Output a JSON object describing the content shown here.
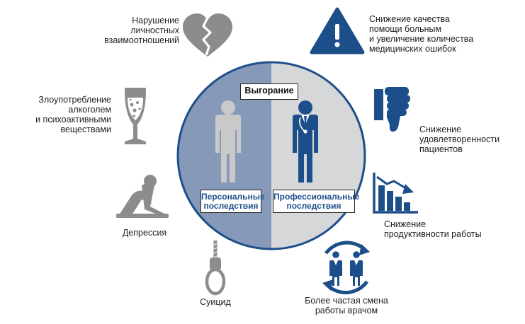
{
  "center": {
    "title": "Выгорание",
    "personal": {
      "lines": [
        "Персональные",
        "последствия"
      ]
    },
    "professional": {
      "lines": [
        "Профессиональные",
        "последствия"
      ]
    }
  },
  "consequences": {
    "relationships": {
      "lines": [
        "Нарушение",
        "личностных",
        "взаимоотношений"
      ],
      "icon": "broken-heart-icon"
    },
    "alcohol": {
      "lines": [
        "Злоупотребление",
        "алкоголем",
        "и психоактивными",
        "веществами"
      ],
      "icon": "wine-glass-icon"
    },
    "depression": {
      "lines": [
        "Депрессия"
      ],
      "icon": "depressed-person-icon"
    },
    "suicide": {
      "lines": [
        "Суицид"
      ],
      "icon": "noose-icon"
    },
    "quality": {
      "lines": [
        "Снижение качества",
        "помощи больным",
        "и увеличение количества",
        "медицинских ошибок"
      ],
      "icon": "warning-icon"
    },
    "satisfaction": {
      "lines": [
        "Снижение",
        "удовлетворенности",
        "пациентов"
      ],
      "icon": "thumbs-down-icon"
    },
    "productivity": {
      "lines": [
        "Снижение",
        "продуктивности работы"
      ],
      "icon": "declining-chart-icon"
    },
    "turnover": {
      "lines": [
        "Более частая смена",
        "работы врачом"
      ],
      "icon": "doctor-rotation-icon"
    }
  },
  "colors": {
    "blue": "#1c4f8a",
    "personal_half": "#8699b8",
    "professional_half": "#d6d7d9",
    "gray_icon": "#8c8c8c"
  }
}
